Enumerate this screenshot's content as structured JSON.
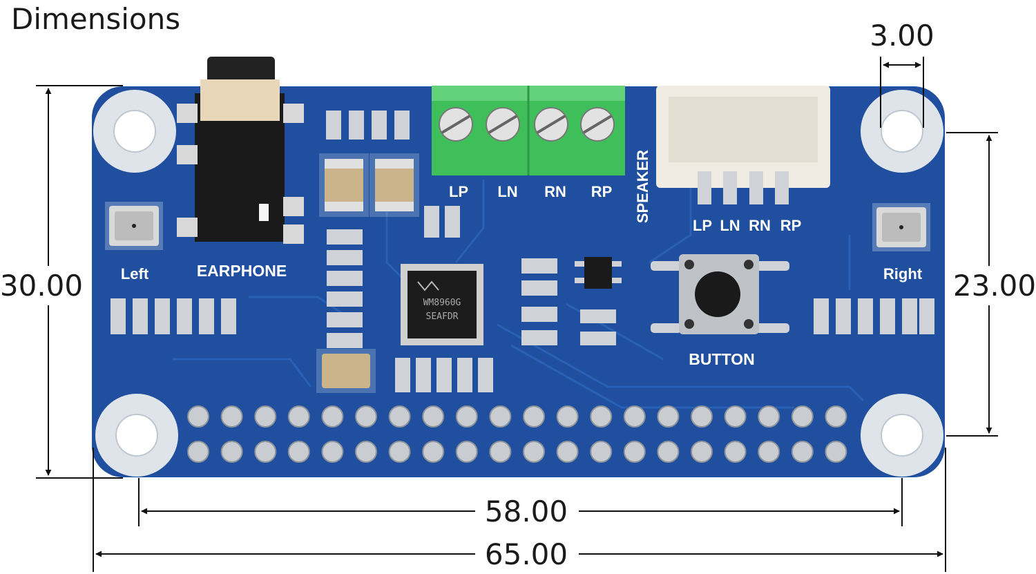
{
  "title": "Dimensions",
  "dimensions": {
    "hole_diameter": "3.00",
    "total_height": "30.00",
    "hole_spacing_vertical": "23.00",
    "hole_spacing_horizontal": "58.00",
    "total_width": "65.00"
  },
  "board_labels": {
    "earphone": "EARPHONE",
    "left": "Left",
    "right": "Right",
    "speaker": "SPEAKER",
    "button": "BUTTON",
    "terminal_lp": "LP",
    "terminal_ln": "LN",
    "terminal_rn": "RN",
    "terminal_rp": "RP",
    "header_lp": "LP",
    "header_ln": "LN",
    "header_rn": "RN",
    "header_rp": "RP",
    "chip_line1": "WM8960G",
    "chip_line2": "SEAFDR"
  },
  "colors": {
    "board": "#1f4f9e",
    "terminal": "#3fbf5a",
    "mount_ring": "#dfe4ea"
  }
}
